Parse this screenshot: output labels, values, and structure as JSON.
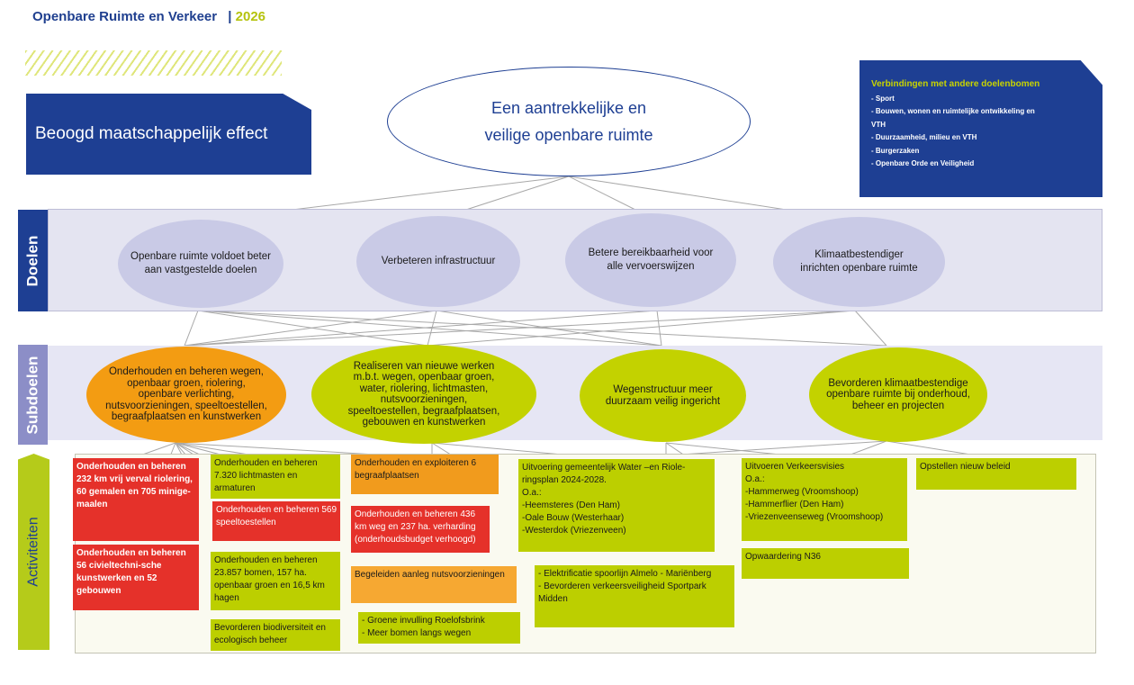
{
  "header": {
    "title": "Openbare Ruimte en Verkeer",
    "separator": "|",
    "year": "2026"
  },
  "effect_label": "Beoogd maatschappelijk effect",
  "main_goal": {
    "line1": "Een aantrekkelijke en",
    "line2": "veilige openbare ruimte"
  },
  "connections": {
    "heading": "Verbindingen met andere doelenbomen",
    "items": [
      "- Sport",
      "- Bouwen, wonen en ruimtelijke ontwikkeling en",
      "VTH",
      "- Duurzaamheid, milieu en VTH",
      "- Burgerzaken",
      "- Openbare Orde en Veiligheid"
    ]
  },
  "rows": {
    "goals": "Doelen",
    "subgoals": "Subdoelen",
    "activities": "Activiteiten"
  },
  "goals": [
    "Openbare ruimte voldoet beter aan vastgestelde doelen",
    "Verbeteren infrastructuur",
    "Betere bereikbaarheid voor alle vervoerswijzen",
    "Klimaatbestendiger inrichten openbare ruimte"
  ],
  "subgoals": [
    "Onderhouden en beheren wegen, openbaar groen, riolering, openbare verlichting, nutsvoorzieningen, speeltoestellen, begraafplaatsen en kunstwerken",
    "Realiseren van nieuwe werken m.b.t. wegen, openbaar groen, water, riolering, lichtmasten, nutsvoorzieningen, speeltoestellen, begraafplaatsen, gebouwen en kunstwerken",
    "Wegenstructuur meer duurzaam veilig ingericht",
    "Bevorderen klimaatbestendige openbare ruimte bij onderhoud, beheer en projecten"
  ],
  "activities": {
    "a1": "Onderhouden en beheren 232 km vrij verval riolering, 60 gemalen en 705 minige-maalen",
    "a2": "Onderhouden en beheren 56 civieltechni-sche kunstwerken en 52 gebouwen",
    "a3": "Onderhouden en beheren 7.320 lichtmasten en armaturen",
    "a4": "Onderhouden en beheren 569 speeltoestellen",
    "a5": "Onderhouden en beheren 23.857 bomen, 157 ha. openbaar groen en 16,5 km hagen",
    "a6": "Bevorderen biodiversiteit en ecologisch beheer",
    "a7": "Onderhouden en exploiteren 6 begraafplaatsen",
    "a8": "Onderhouden en beheren 436 km weg en 237 ha. verharding (onderhoudsbudget verhoogd)",
    "a9": "Begeleiden aanleg nutsvoorzieningen",
    "a10": "- Groene invulling Roelofsbrink\n- Meer bomen langs wegen",
    "a11": "Uitvoering gemeentelijk Water –en Riole-ringsplan 2024-2028.\nO.a.:\n-Heemsteres (Den Ham)\n-Oale Bouw (Westerhaar)\n-Westerdok (Vriezenveen)",
    "a12": "- Elektrificatie spoorlijn Almelo - Mariënberg\n- Bevorderen verkeersveiligheid Sportpark Midden",
    "a13": "Uitvoeren Verkeersvisies\nO.a.:\n-Hammerweg (Vroomshoop)\n-Hammerflier (Den Ham)\n-Vriezenveenseweg (Vroomshoop)",
    "a14": "Opwaardering N36",
    "a15": "Opstellen nieuw beleid"
  },
  "colors": {
    "navy": "#1e3f93",
    "lime": "#bccf00",
    "red": "#e5312a",
    "orange": "#f19b1d",
    "lavender": "#c9cae6"
  }
}
